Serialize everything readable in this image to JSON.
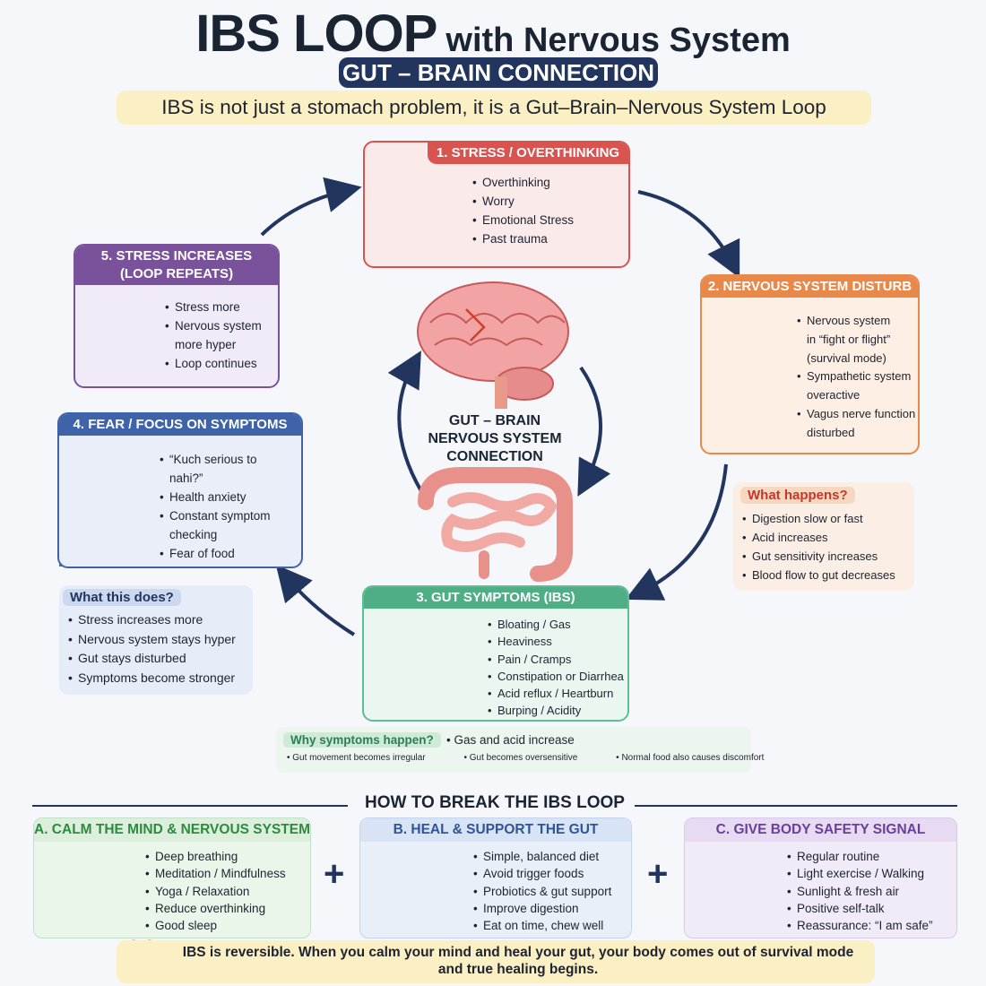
{
  "header": {
    "title_main": "IBS LOOP",
    "title_sub": "with Nervous System",
    "pill": "GUT – BRAIN CONNECTION",
    "banner": "IBS is not just a stomach problem, it is a Gut–Brain–Nervous System Loop"
  },
  "center": {
    "line1": "GUT – BRAIN",
    "line2": "NERVOUS SYSTEM",
    "line3": "CONNECTION"
  },
  "steps": {
    "stress": {
      "title": "1. STRESS / OVERTHINKING",
      "items": [
        "Overthinking",
        "Worry",
        "Emotional Stress",
        "Past trauma"
      ]
    },
    "nervous": {
      "title": "2. NERVOUS SYSTEM DISTURB",
      "items": [
        "Nervous system",
        "in “fight or flight”",
        "(survival mode)",
        "Sympathetic system",
        "overactive",
        "Vagus nerve function",
        "disturbed"
      ]
    },
    "gut": {
      "title": "3. GUT SYMPTOMS (IBS)",
      "items": [
        "Bloating / Gas",
        "Heaviness",
        "Pain / Cramps",
        "Constipation or Diarrhea",
        "Acid reflux / Heartburn",
        "Burping / Acidity"
      ]
    },
    "fear": {
      "title": "4. FEAR / FOCUS ON SYMPTOMS",
      "items": [
        "“Kuch serious to",
        "nahi?”",
        "Health anxiety",
        "Constant symptom",
        "checking",
        "Fear of food"
      ]
    },
    "loop": {
      "title_line1": "5. STRESS INCREASES",
      "title_line2": "(LOOP REPEATS)",
      "items": [
        "Stress more",
        "Nervous system",
        "more hyper",
        "Loop continues"
      ]
    }
  },
  "what_happens": {
    "tag": "What happens?",
    "items": [
      "Digestion slow or fast",
      "Acid increases",
      "Gut sensitivity increases",
      "Blood flow to gut decreases"
    ]
  },
  "what_does": {
    "tag": "What this does?",
    "items": [
      "Stress increases more",
      "Nervous system stays hyper",
      "Gut stays disturbed",
      "Symptoms become stronger"
    ]
  },
  "why": {
    "tag": "Why symptoms happen?",
    "main": "Gas and acid increase",
    "items": [
      "Gut movement becomes irregular",
      "Gut becomes oversensitive",
      "Normal food also causes discomfort"
    ]
  },
  "break": {
    "heading": "HOW TO BREAK THE IBS LOOP",
    "a": {
      "title": "A. CALM THE MIND & NERVOUS SYSTEM",
      "items": [
        "Deep breathing",
        "Meditation / Mindfulness",
        "Yoga / Relaxation",
        "Reduce overthinking",
        "Good sleep"
      ]
    },
    "b": {
      "title": "B. HEAL & SUPPORT THE GUT",
      "items": [
        "Simple, balanced diet",
        "Avoid trigger foods",
        "Probiotics & gut support",
        "Improve digestion",
        "Eat on time, chew well"
      ]
    },
    "c": {
      "title": "C. GIVE BODY SAFETY SIGNAL",
      "items": [
        "Regular routine",
        "Light exercise / Walking",
        "Sunlight & fresh air",
        "Positive self-talk",
        "Reassurance: “I am safe”"
      ]
    },
    "plus": "+"
  },
  "footer": {
    "line1": "IBS is reversible. When you calm your mind and heal your gut, your body comes out of survival mode",
    "line2": "and true healing begins."
  },
  "icons": {
    "loop": "cycle-arrows-icon",
    "heart": "heart-icon",
    "shield": "shield-check-icon",
    "warning": "warning-icon"
  },
  "colors": {
    "navy": "#22355e",
    "stress": "#d9534f",
    "nervous": "#e8894a",
    "gut": "#4fae85",
    "fear": "#3f63a8",
    "loop": "#7a529c"
  }
}
